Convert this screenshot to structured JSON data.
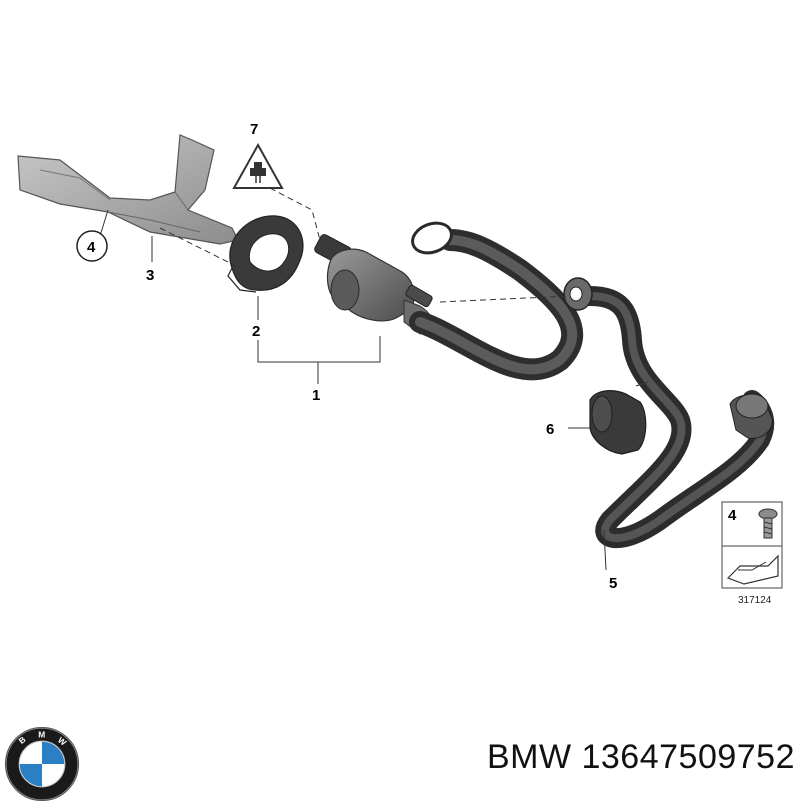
{
  "diagram": {
    "callouts": [
      {
        "id": "1",
        "label": "1"
      },
      {
        "id": "2",
        "label": "2"
      },
      {
        "id": "3",
        "label": "3"
      },
      {
        "id": "4",
        "label": "4"
      },
      {
        "id": "5",
        "label": "5"
      },
      {
        "id": "6",
        "label": "6"
      },
      {
        "id": "7",
        "label": "7"
      }
    ],
    "inset": {
      "label": "4",
      "diagram_number": "317124"
    },
    "warning_icon": "electrical-plug-warning-icon"
  },
  "brand": {
    "logo_text": "BMW",
    "logo_icon": "bmw-roundel-logo"
  },
  "caption": {
    "text": "BMW 13647509752"
  },
  "colors": {
    "part_gray": "#6e6e6e",
    "hose_dark": "#3f3f3f",
    "bracket_light": "#a9a9a9",
    "logo_blue": "#2b7fc4"
  }
}
